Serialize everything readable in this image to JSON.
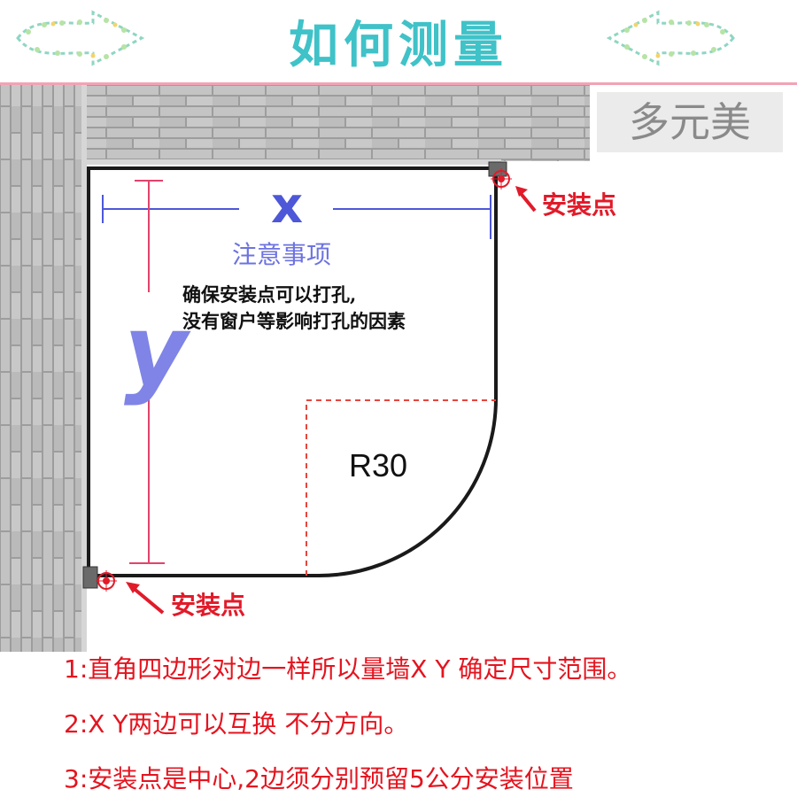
{
  "header": {
    "title": "如何测量"
  },
  "brand": "多元美",
  "diagram": {
    "label_x": "x",
    "label_y": "y",
    "notice_title": "注意事项",
    "notice_lines": [
      "确保安装点可以打孔,",
      "没有窗户等影响打孔的因素"
    ],
    "radius": "R30",
    "install_point": "安装点",
    "colors": {
      "frame": "#1a1a1a",
      "dimension": "#4d57d8",
      "dimension_y": "#e2436b",
      "radius_guide": "#e8453c",
      "install": "#e11b2a",
      "wall": "#b9b9b9"
    }
  },
  "notes": [
    "1:直角四边形对边一样所以量墙X Y 确定尺寸范围。",
    "2:X Y两边可以互换 不分方向。",
    "3:安装点是中心,2边须分别预留5公分安装位置"
  ]
}
